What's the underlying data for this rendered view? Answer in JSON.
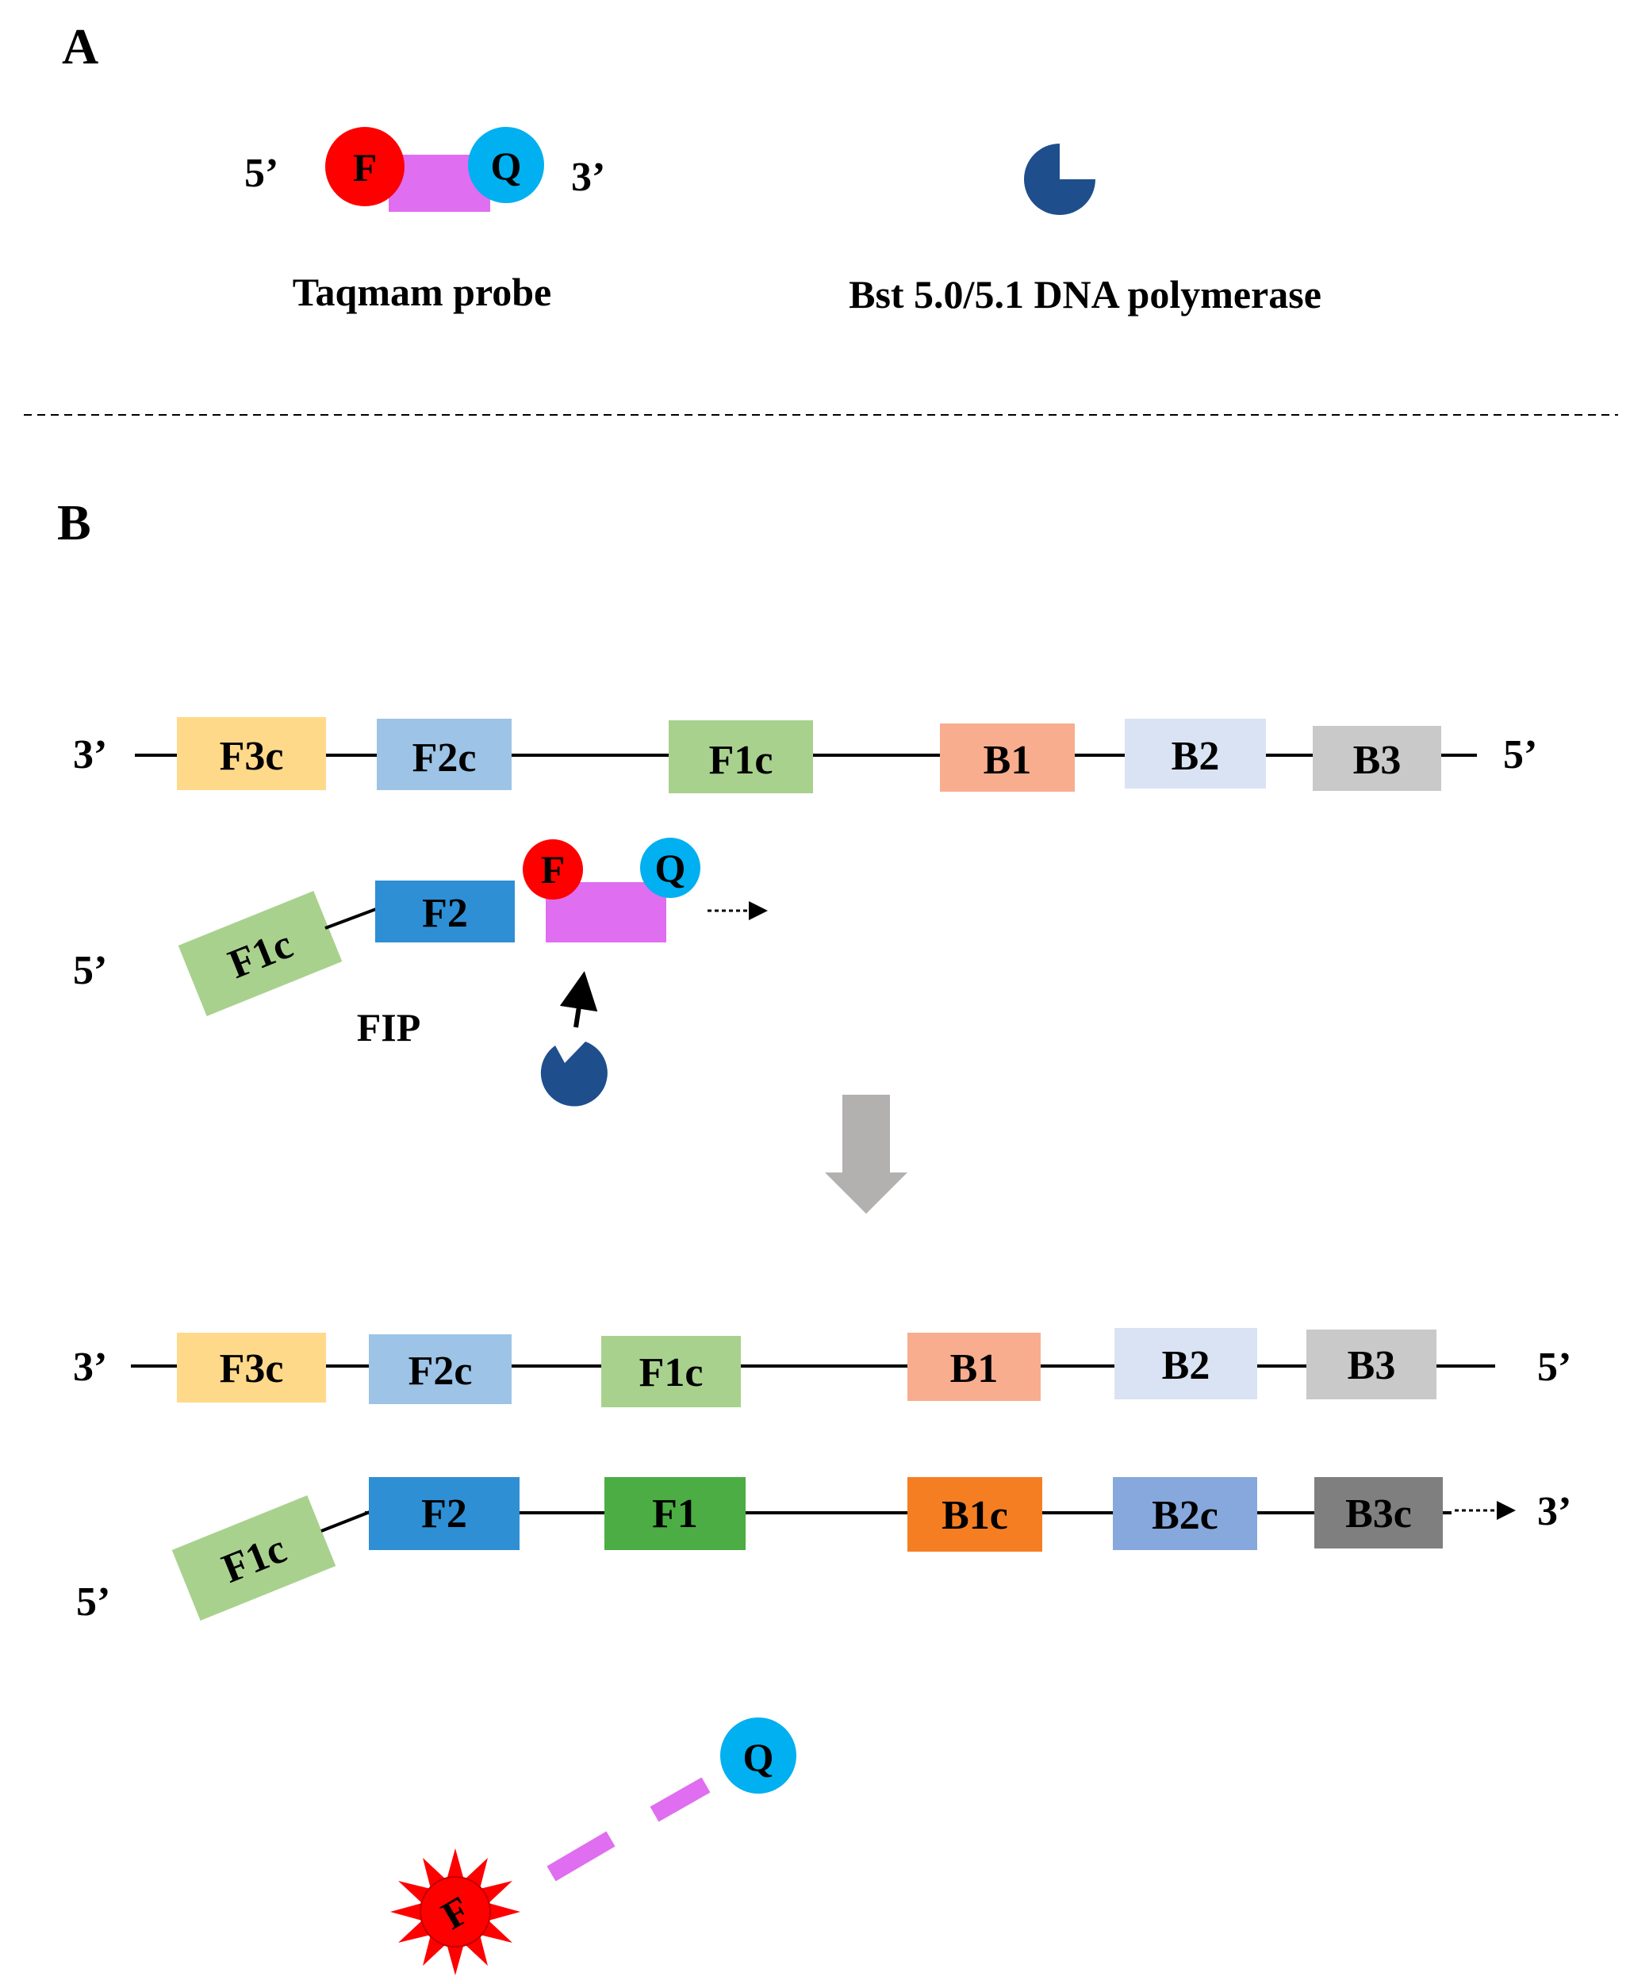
{
  "panel_a": {
    "label": "A",
    "probe": {
      "end5": "5’",
      "end3": "3’",
      "fluor": "F",
      "quench": "Q",
      "caption": "Taqmam probe"
    },
    "polymerase_caption": "Bst 5.0/5.1 DNA polymerase"
  },
  "panel_b": {
    "label": "B",
    "step1": {
      "template": {
        "end_left": "3’",
        "end_right": "5’",
        "segments": [
          "F3c",
          "F2c",
          "F1c",
          "B1",
          "B2",
          "B3"
        ]
      },
      "primer": {
        "end5": "5’",
        "tail": "F1c",
        "segment": "F2",
        "fluor": "F",
        "quench": "Q",
        "name": "FIP"
      }
    },
    "step2": {
      "template": {
        "end_left": "3’",
        "end_right": "5’",
        "segments": [
          "F3c",
          "F2c",
          "F1c",
          "B1",
          "B2",
          "B3"
        ]
      },
      "product": {
        "end5": "5’",
        "end3": "3’",
        "tail": "F1c",
        "segments": [
          "F2",
          "F1",
          "B1c",
          "B2c",
          "B3c"
        ]
      },
      "released": {
        "fluor": "F",
        "quench": "Q"
      }
    }
  },
  "colors": {
    "F3c": "#ffd98a",
    "F2c": "#9dc3e6",
    "F1c": "#a9d18e",
    "B1": "#f8ad8e",
    "B2": "#dae3f3",
    "B3": "#c9c9c9",
    "F2": "#2e8fd4",
    "F1": "#4bad43",
    "B1c": "#f57e23",
    "B2c": "#86a8dc",
    "B3c": "#7f7f7f",
    "fluorophore": "#ff0000",
    "quencher": "#00b0f0",
    "probe": "#e06ef0",
    "polymerase": "#1f4e8c",
    "process_arrow": "#b3b0b0"
  }
}
